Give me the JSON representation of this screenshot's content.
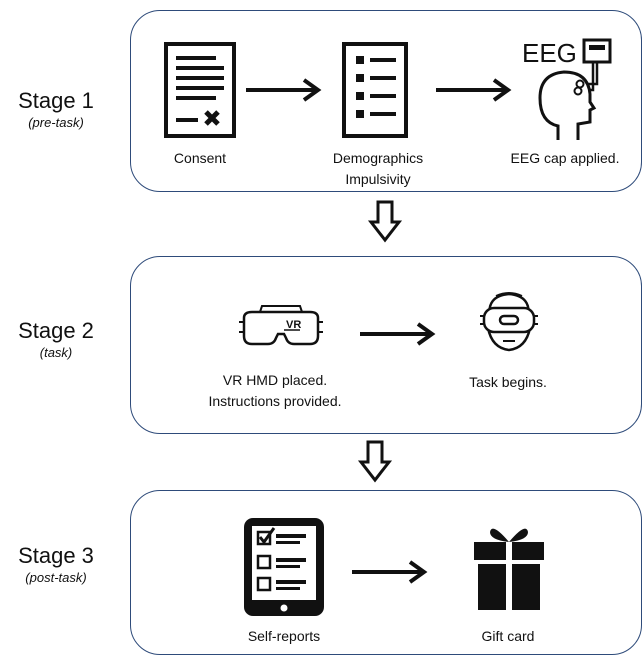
{
  "stages": [
    {
      "name": "Stage 1",
      "sub": "(pre-task)",
      "steps": [
        {
          "label": "Consent"
        },
        {
          "label": "Demographics\nImpulsivity"
        },
        {
          "label": "EEG cap applied."
        }
      ],
      "eeg_text": "EEG"
    },
    {
      "name": "Stage 2",
      "sub": "(task)",
      "steps": [
        {
          "label": "VR HMD placed.\nInstructions provided."
        },
        {
          "label": "Task begins."
        }
      ],
      "vr_text": "VR"
    },
    {
      "name": "Stage 3",
      "sub": "(post-task)",
      "steps": [
        {
          "label": "Self-reports"
        },
        {
          "label": "Gift card"
        }
      ]
    }
  ],
  "colors": {
    "border": "#2e4b7a",
    "ink": "#111111"
  }
}
